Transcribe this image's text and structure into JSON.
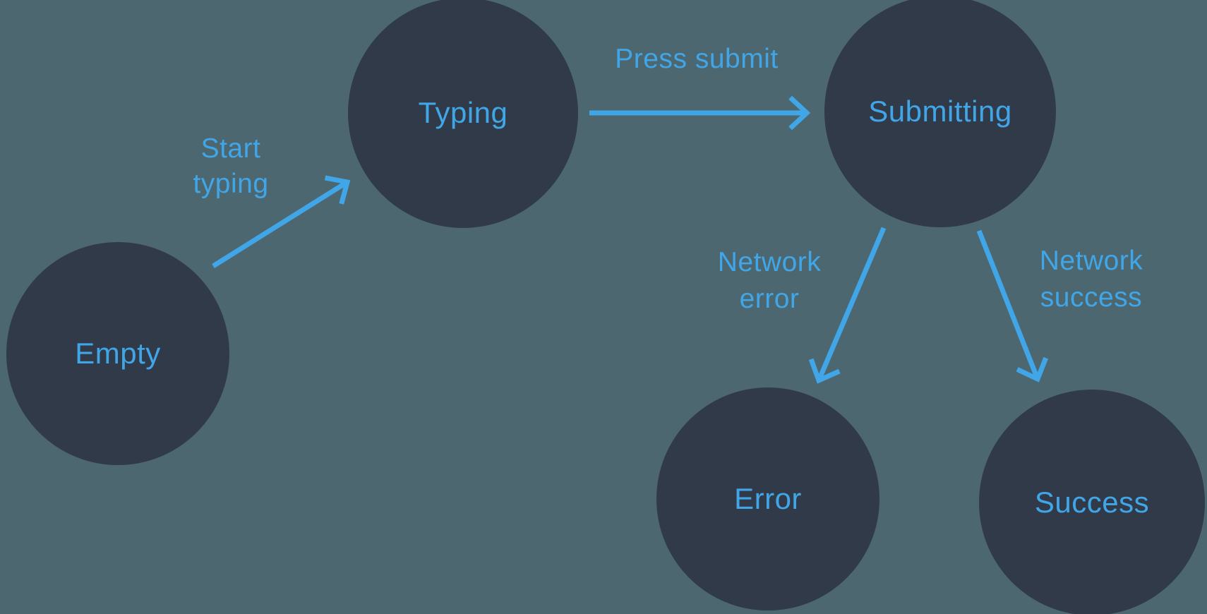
{
  "diagram": {
    "type": "state-machine",
    "colors": {
      "background": "#4C6770",
      "node": "#303A48",
      "accent": "#40A6E8"
    },
    "nodes": [
      {
        "id": "empty",
        "label": "Empty"
      },
      {
        "id": "typing",
        "label": "Typing"
      },
      {
        "id": "submitting",
        "label": "Submitting"
      },
      {
        "id": "error",
        "label": "Error"
      },
      {
        "id": "success",
        "label": "Success"
      }
    ],
    "edges": [
      {
        "from": "empty",
        "to": "typing",
        "label": "Start typing"
      },
      {
        "from": "typing",
        "to": "submitting",
        "label": "Press submit"
      },
      {
        "from": "submitting",
        "to": "error",
        "label": "Network error"
      },
      {
        "from": "submitting",
        "to": "success",
        "label": "Network success"
      }
    ]
  }
}
